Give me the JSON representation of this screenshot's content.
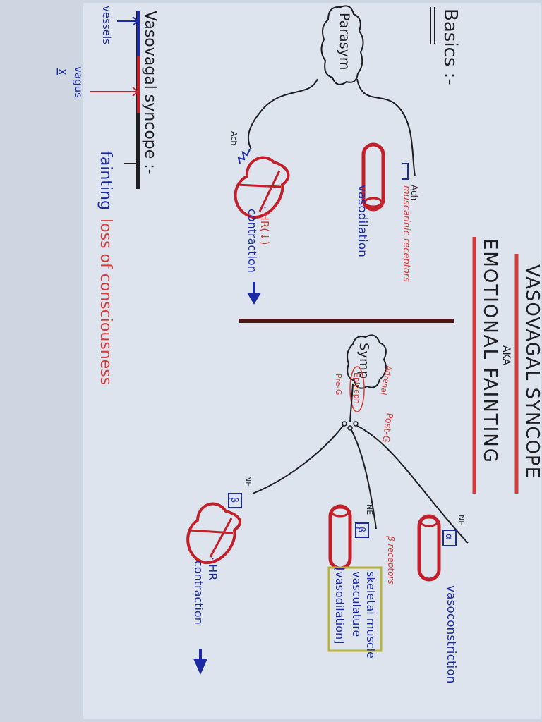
{
  "title": "VASOVAGAL SYNCOPE",
  "aka": "AKA",
  "subtitle": "EMOTIONAL FAINTING",
  "basics": "Basics :-",
  "parasym": "Parasym",
  "symp": "Symp",
  "ach_heart": "Ach",
  "ach_vessel": "Ach",
  "muscarinic": "muscarinic receptors",
  "vasodilation": "vasodilation",
  "hr_para": "HR(↓)",
  "contraction_para": "contraction",
  "ne_alpha": "NE",
  "alpha": "α",
  "vasoconstriction": "vasoconstriction",
  "ne_beta_vessel": "NE",
  "beta": "β",
  "ne_beta_heart": "NE",
  "beta_receptors": "β receptors",
  "skeletal_muscle": "skeletal muscle",
  "vasculature": "vasculature",
  "vasodilation_bracket": "[vasodilation]",
  "hr_symp": "HR",
  "contraction_symp": "contraction",
  "adrenal_label": "Adrenal",
  "epineph": "Epineph",
  "preg": "Pre-G",
  "post_g": "Post-G",
  "vasovagal_syncope": "Vasovagal syncope :-",
  "vessels": "vessels",
  "vagus": "vagus",
  "roman_x": "X",
  "fainting": "fainting",
  "loss_of_consciousness": "loss of consciousness",
  "colors": {
    "ink": "#1d1d22",
    "blue": "#1c2aa3",
    "red": "#d63a3a",
    "vessel_red": "#c21f2a",
    "divider": "#4a1616",
    "yellow": "#b8b23a",
    "paper": "#dde4ee"
  }
}
